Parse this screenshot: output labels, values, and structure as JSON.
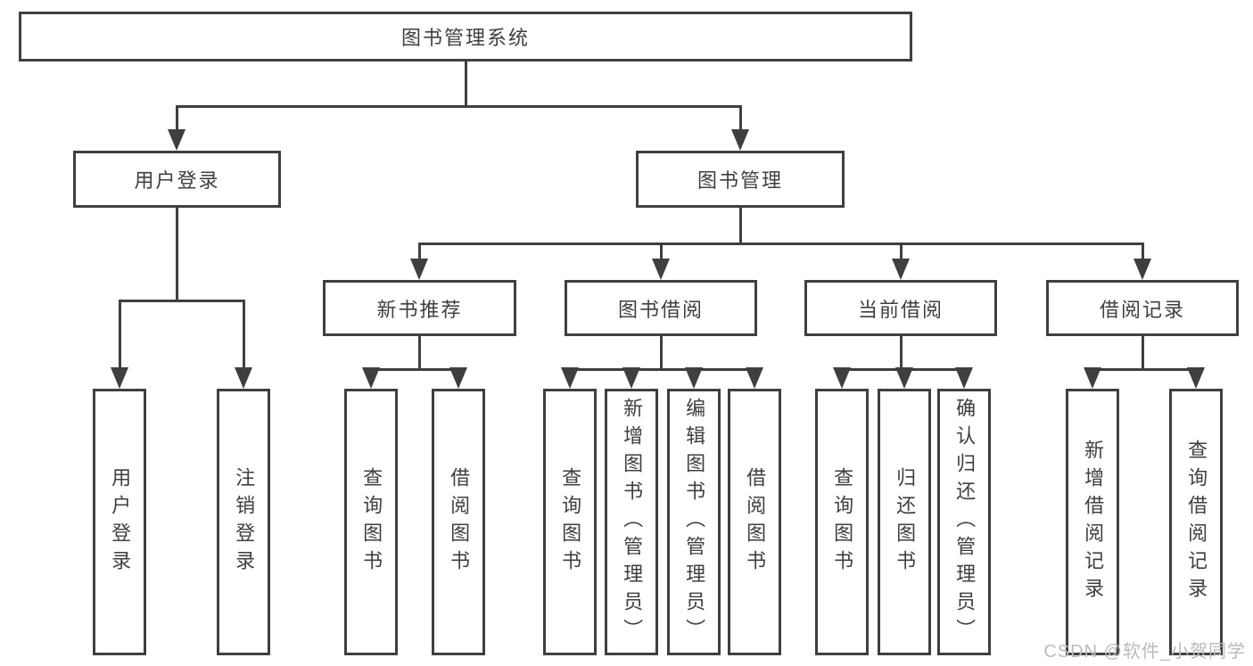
{
  "colors": {
    "line": "#3f3f3f",
    "text": "#3f3f3f",
    "watermark": "#b7babf",
    "background": "#ffffff"
  },
  "tree": {
    "root": {
      "label": "图书管理系统"
    },
    "branches": [
      {
        "label": "用户登录",
        "children": [
          {
            "label": "用户登录"
          },
          {
            "label": "注销登录"
          }
        ]
      },
      {
        "label": "图书管理",
        "children": [
          {
            "label": "新书推荐",
            "children": [
              {
                "label": "查询图书"
              },
              {
                "label": "借阅图书"
              }
            ]
          },
          {
            "label": "图书借阅",
            "children": [
              {
                "label": "查询图书"
              },
              {
                "label": "新增图书（管理员）"
              },
              {
                "label": "编辑图书（管理员）"
              },
              {
                "label": "借阅图书"
              }
            ]
          },
          {
            "label": "当前借阅",
            "children": [
              {
                "label": "查询图书"
              },
              {
                "label": "归还图书"
              },
              {
                "label": "确认归还（管理员）"
              }
            ]
          },
          {
            "label": "借阅记录",
            "children": [
              {
                "label": "新增借阅记录"
              },
              {
                "label": "查询借阅记录"
              }
            ]
          }
        ]
      }
    ]
  },
  "watermark": {
    "text": "CSDN @软件_小贺同学"
  }
}
